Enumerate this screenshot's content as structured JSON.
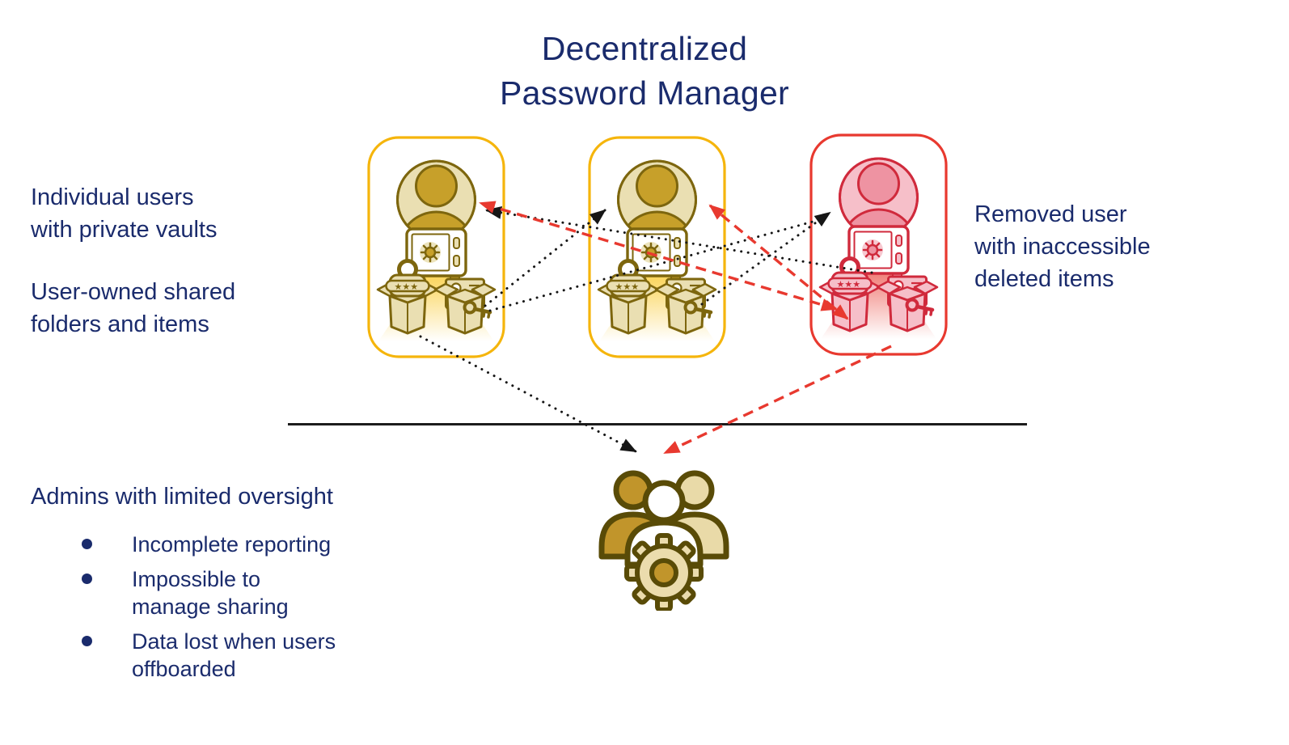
{
  "title": "Decentralized\nPassword Manager",
  "labels": {
    "left_top": "Individual users\nwith private vaults",
    "left_bottom": "User-owned shared\nfolders and items",
    "right": "Removed user\nwith inaccessible\ndeleted items",
    "admins_heading": "Admins with limited oversight"
  },
  "admin_bullets": [
    "Incomplete reporting",
    "Impossible to\nmanage sharing",
    "Data lost when users\noffboarded"
  ],
  "cards": [
    {
      "id": "user-1",
      "theme": "gold",
      "description": "Individual user with private vault and user-owned shared items"
    },
    {
      "id": "user-2",
      "theme": "gold",
      "description": "Individual user with private vault and user-owned shared items"
    },
    {
      "id": "removed-user",
      "theme": "red",
      "description": "Removed user with inaccessible deleted items"
    }
  ],
  "icons": {
    "lock_stars": "★★★"
  },
  "colors": {
    "text_navy": "#1A2B6C",
    "gold_border": "#F5B50C",
    "red_border": "#E8392F",
    "arrow_black": "#161616",
    "arrow_red": "#E8392F",
    "gold_dark": "#C7A02A",
    "gold_light": "#EADFB2",
    "gold_outline": "#7D660E",
    "red_dark": "#EE93A2",
    "red_light": "#F6BFC9",
    "red_outline": "#D02A3C"
  },
  "edges": [
    {
      "from": "user-1-shared-items",
      "to": "user-2-avatar",
      "style": "black-dotted-arrow"
    },
    {
      "from": "user-2-shared-items",
      "to": "removed-user-avatar",
      "style": "black-dotted-arrow"
    },
    {
      "from": "user-1-shared-items",
      "to": "removed-user-avatar",
      "style": "black-dotted-line"
    },
    {
      "from": "removed-user-safe",
      "to": "user-1-avatar",
      "style": "black-dotted-arrow"
    },
    {
      "from": "user-1-shared-items",
      "to": "admin-group",
      "style": "black-dotted-arrow"
    },
    {
      "from": "removed-user-items",
      "to": "user-1-avatar",
      "style": "red-dashed-double-arrow"
    },
    {
      "from": "removed-user-items",
      "to": "user-2-avatar",
      "style": "red-dashed-double-arrow"
    },
    {
      "from": "removed-user-card",
      "to": "admin-group",
      "style": "red-dashed-arrow"
    }
  ]
}
